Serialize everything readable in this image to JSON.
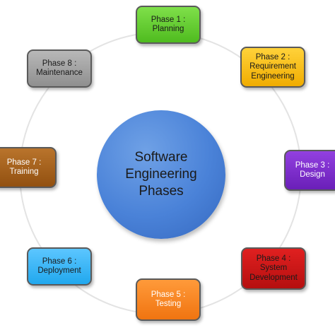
{
  "diagram": {
    "center": {
      "lines": [
        "Software",
        "Engineering",
        "Phases"
      ]
    },
    "phases": [
      {
        "lines": [
          "Phase 1 :",
          "Planning"
        ],
        "color": "#5cc52a"
      },
      {
        "lines": [
          "Phase 2 :",
          "Requirement",
          "Engineering"
        ],
        "color": "#f5b800"
      },
      {
        "lines": [
          "Phase 3 :",
          "Design"
        ],
        "color": "#7a2ccc"
      },
      {
        "lines": [
          "Phase 4 :",
          "System",
          "Development"
        ],
        "color": "#c81515"
      },
      {
        "lines": [
          "Phase 5 :",
          "Testing"
        ],
        "color": "#f5821f"
      },
      {
        "lines": [
          "Phase 6 :",
          "Deployment"
        ],
        "color": "#33b5f5"
      },
      {
        "lines": [
          "Phase 7 :",
          "Training"
        ],
        "color": "#a0601c"
      },
      {
        "lines": [
          "Phase 8 :",
          "Maintenance"
        ],
        "color": "#a3a3a3"
      }
    ]
  }
}
